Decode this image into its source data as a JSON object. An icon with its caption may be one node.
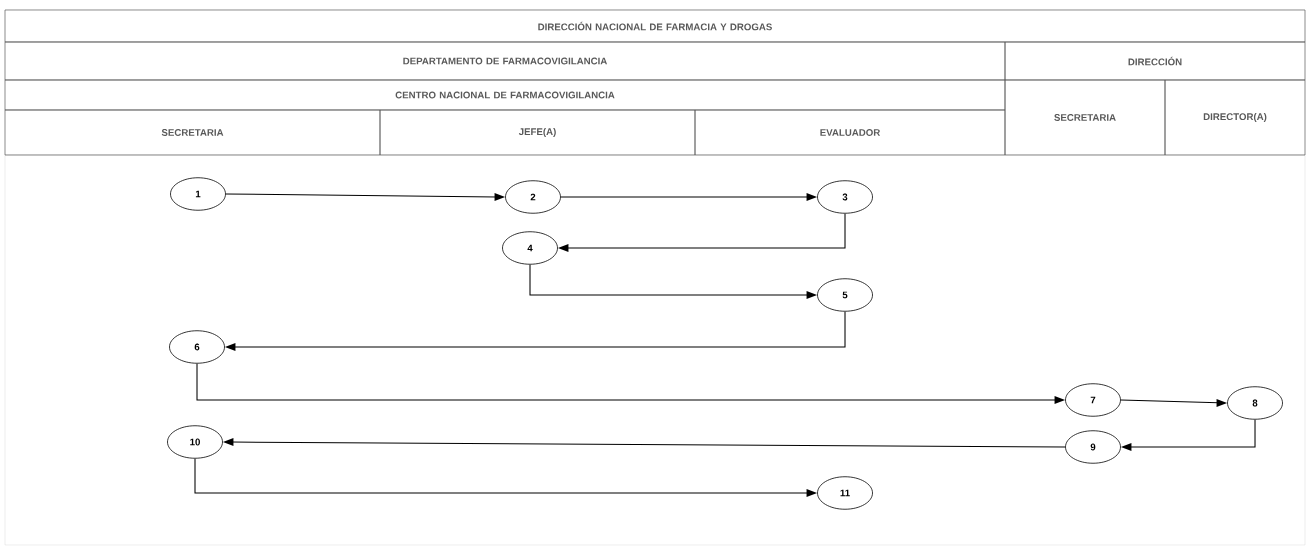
{
  "diagram": {
    "nodes": [
      {
        "text": [
          "1"
        ]
      },
      {
        "text": [
          "2"
        ]
      },
      {
        "text": [
          "3"
        ]
      },
      {
        "text": [
          "4"
        ]
      },
      {
        "text": [
          "5"
        ]
      },
      {
        "text": [
          "6"
        ]
      },
      {
        "text": [
          "7"
        ]
      },
      {
        "text": [
          "8"
        ]
      },
      {
        "text": [
          "9"
        ]
      },
      {
        "text": [
          "10"
        ]
      },
      {
        "text": [
          "11"
        ]
      }
    ],
    "edges": [
      {
        "from": 0,
        "to": 1,
        "arrow": "to"
      },
      {
        "from": 1,
        "to": 2,
        "arrow": "to"
      },
      {
        "from": 2,
        "to": 3,
        "arrow": "to"
      },
      {
        "from": 3,
        "to": 4,
        "arrow": "to"
      },
      {
        "from": 4,
        "to": 5,
        "arrow": "to"
      },
      {
        "from": 5,
        "to": 6,
        "arrow": "to"
      },
      {
        "from": 6,
        "to": 7,
        "arrow": "to"
      },
      {
        "from": 7,
        "to": 8,
        "arrow": "to"
      },
      {
        "from": 8,
        "to": 9,
        "arrow": "to"
      },
      {
        "from": 9,
        "to": 10,
        "arrow": "to"
      }
    ],
    "labels": [
      "DIRECCIÓN NACIONAL DE FARMACIA Y DROGAS",
      "DEPARTAMENTO DE FARMACOVIGILANCIA",
      "DIRECCIÓN",
      "CENTRO NACIONAL DE FARMACOVIGILANCIA",
      "SECRETARIA",
      "DIRECTOR(A)",
      "SECRETARIA",
      "JEFE(A)",
      "EVALUADOR"
    ]
  }
}
